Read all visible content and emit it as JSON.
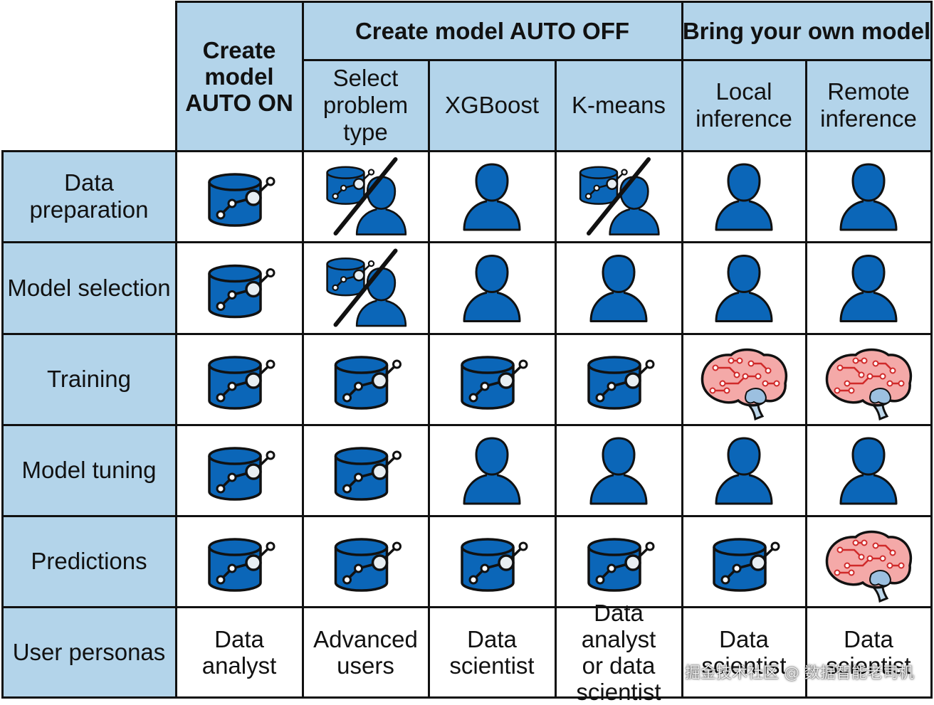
{
  "colors": {
    "header_bg": "#b3d4ea",
    "icon_blue": "#0b66b8",
    "brain_fill": "#f4a9a8",
    "brain_circuit": "#d02a2a",
    "grid": "#111111"
  },
  "header": {
    "auto_on": "Create\nmodel\nAUTO ON",
    "auto_off": "Create model AUTO OFF",
    "byom": "Bring your own model"
  },
  "subheaders": [
    "Select\nproblem\ntype",
    "XGBoost",
    "K-means",
    "Local\ninference",
    "Remote\ninference"
  ],
  "rows": [
    {
      "label": "Data preparation",
      "icons": [
        "database-chart-icon",
        "split-database-person-icon",
        "person-icon",
        "split-database-person-icon",
        "person-icon",
        "person-icon"
      ]
    },
    {
      "label": "Model selection",
      "icons": [
        "database-chart-icon",
        "split-database-person-icon",
        "person-icon",
        "person-icon",
        "person-icon",
        "person-icon"
      ]
    },
    {
      "label": "Training",
      "icons": [
        "database-chart-icon",
        "database-chart-icon",
        "database-chart-icon",
        "database-chart-icon",
        "brain-icon",
        "brain-icon"
      ]
    },
    {
      "label": "Model tuning",
      "icons": [
        "database-chart-icon",
        "database-chart-icon",
        "person-icon",
        "person-icon",
        "person-icon",
        "person-icon"
      ]
    },
    {
      "label": "Predictions",
      "icons": [
        "database-chart-icon",
        "database-chart-icon",
        "database-chart-icon",
        "database-chart-icon",
        "database-chart-icon",
        "brain-icon"
      ]
    }
  ],
  "personas": {
    "label": "User personas",
    "values": [
      "Data\nanalyst",
      "Advanced\nusers",
      "Data\nscientist",
      "Data analyst\nor data\nscientist",
      "Data\nscientist",
      "Data\nscientist"
    ]
  },
  "watermark": "掘金技术社区 @ 数据智能老司机"
}
